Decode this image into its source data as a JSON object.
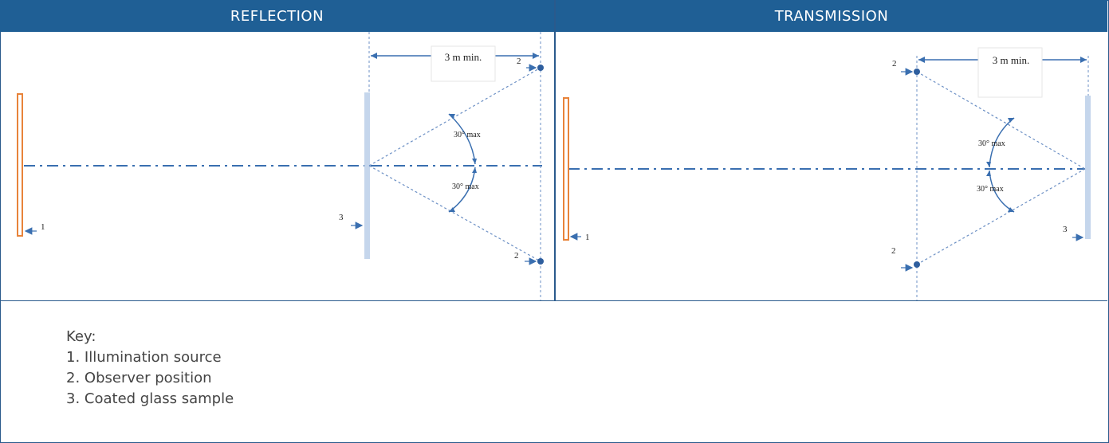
{
  "headers": {
    "left": "REFLECTION",
    "right": "TRANSMISSION"
  },
  "reflection": {
    "distance_label": "3 m min.",
    "angle_top": "30° max",
    "angle_bottom": "30° max",
    "marker_source": "1",
    "marker_sample": "3",
    "marker_observer_top": "2",
    "marker_observer_bottom": "2"
  },
  "transmission": {
    "distance_label": "3 m min.",
    "angle_top": "30° max",
    "angle_bottom": "30° max",
    "marker_source": "1",
    "marker_sample": "3",
    "marker_observer_top": "2",
    "marker_observer_bottom": "2"
  },
  "key": {
    "title": "Key:",
    "items": [
      "1.  Illumination source",
      "2.  Observer position",
      "3.  Coated glass sample"
    ]
  },
  "colors": {
    "header_bg": "#1f5f95",
    "axis_line": "#3a6fb0",
    "source_bar": "#e8833a",
    "glass_bar": "#c5d6ec",
    "observer_dot": "#2e5e9e"
  }
}
